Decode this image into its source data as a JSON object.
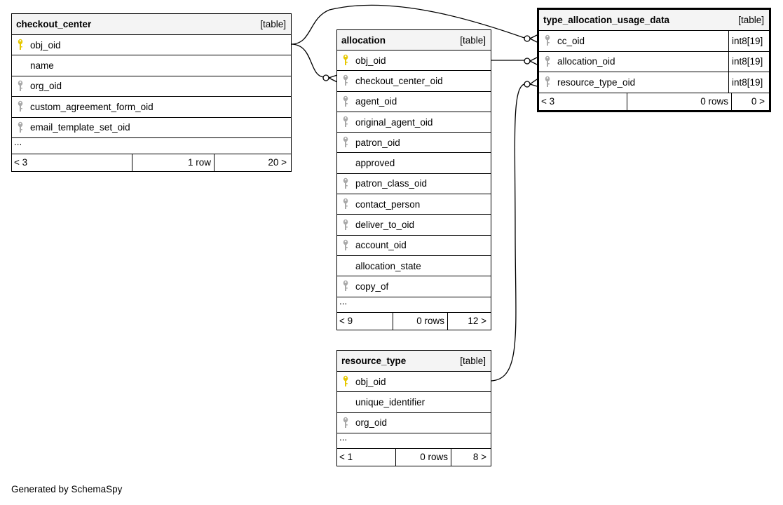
{
  "tables": {
    "checkout_center": {
      "name": "checkout_center",
      "kind": "[table]",
      "columns": [
        {
          "name": "obj_oid",
          "key": "primary"
        },
        {
          "name": "name",
          "key": "none"
        },
        {
          "name": "org_oid",
          "key": "foreign"
        },
        {
          "name": "custom_agreement_form_oid",
          "key": "foreign"
        },
        {
          "name": "email_template_set_oid",
          "key": "foreign"
        }
      ],
      "more": "...",
      "footer": {
        "parents": "< 3",
        "rows": "1 row",
        "children": "20 >"
      }
    },
    "allocation": {
      "name": "allocation",
      "kind": "[table]",
      "columns": [
        {
          "name": "obj_oid",
          "key": "primary"
        },
        {
          "name": "checkout_center_oid",
          "key": "foreign"
        },
        {
          "name": "agent_oid",
          "key": "foreign"
        },
        {
          "name": "original_agent_oid",
          "key": "foreign"
        },
        {
          "name": "patron_oid",
          "key": "foreign"
        },
        {
          "name": "approved",
          "key": "none"
        },
        {
          "name": "patron_class_oid",
          "key": "foreign"
        },
        {
          "name": "contact_person",
          "key": "foreign"
        },
        {
          "name": "deliver_to_oid",
          "key": "foreign"
        },
        {
          "name": "account_oid",
          "key": "foreign"
        },
        {
          "name": "allocation_state",
          "key": "none"
        },
        {
          "name": "copy_of",
          "key": "foreign"
        }
      ],
      "more": "...",
      "footer": {
        "parents": "< 9",
        "rows": "0 rows",
        "children": "12 >"
      }
    },
    "type_allocation_usage_data": {
      "name": "type_allocation_usage_data",
      "kind": "[table]",
      "columns": [
        {
          "name": "cc_oid",
          "key": "foreign",
          "type": "int8[19]"
        },
        {
          "name": "allocation_oid",
          "key": "foreign",
          "type": "int8[19]"
        },
        {
          "name": "resource_type_oid",
          "key": "foreign",
          "type": "int8[19]"
        }
      ],
      "footer": {
        "parents": "< 3",
        "rows": "0 rows",
        "children": "0 >"
      }
    },
    "resource_type": {
      "name": "resource_type",
      "kind": "[table]",
      "columns": [
        {
          "name": "obj_oid",
          "key": "primary"
        },
        {
          "name": "unique_identifier",
          "key": "none"
        },
        {
          "name": "org_oid",
          "key": "foreign"
        }
      ],
      "more": "...",
      "footer": {
        "parents": "< 1",
        "rows": "0 rows",
        "children": "8 >"
      }
    }
  },
  "key_colors": {
    "primary": "#e6c800",
    "foreign": "#a8a8a8"
  },
  "relationships": [
    {
      "from": "checkout_center.obj_oid",
      "to": "type_allocation_usage_data.cc_oid"
    },
    {
      "from": "checkout_center.obj_oid",
      "to": "allocation.checkout_center_oid"
    },
    {
      "from": "allocation.obj_oid",
      "to": "type_allocation_usage_data.allocation_oid"
    },
    {
      "from": "resource_type.obj_oid",
      "to": "type_allocation_usage_data.resource_type_oid"
    }
  ],
  "generated_by": "Generated by SchemaSpy"
}
